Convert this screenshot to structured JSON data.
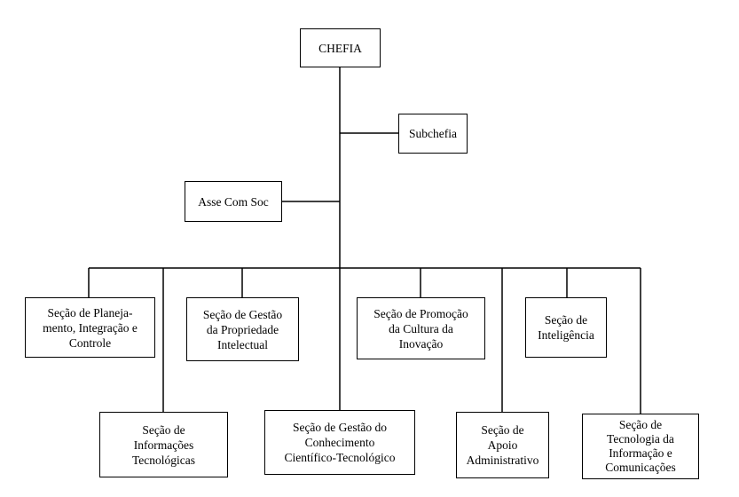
{
  "nodes": {
    "chefia": "CHEFIA",
    "subchefia": "Subchefia",
    "asse_com_soc": "Asse Com Soc",
    "planejamento": "Seção de Planeja-\nmento, Integração e\nControle",
    "propriedade": "Seção de Gestão\nda Propriedade\nIntelectual",
    "promocao": "Seção de Promoção\nda Cultura da\nInovação",
    "inteligencia": "Seção de\nInteligência",
    "informacoes": "Seção de\nInformações\nTecnológicas",
    "conhecimento": "Seção de Gestão do\nConhecimento\nCientífico-Tecnológico",
    "apoio": "Seção de\nApoio\nAdministrativo",
    "tecnologia": "Seção de\nTecnologia da\nInformação e\nComunicações"
  }
}
